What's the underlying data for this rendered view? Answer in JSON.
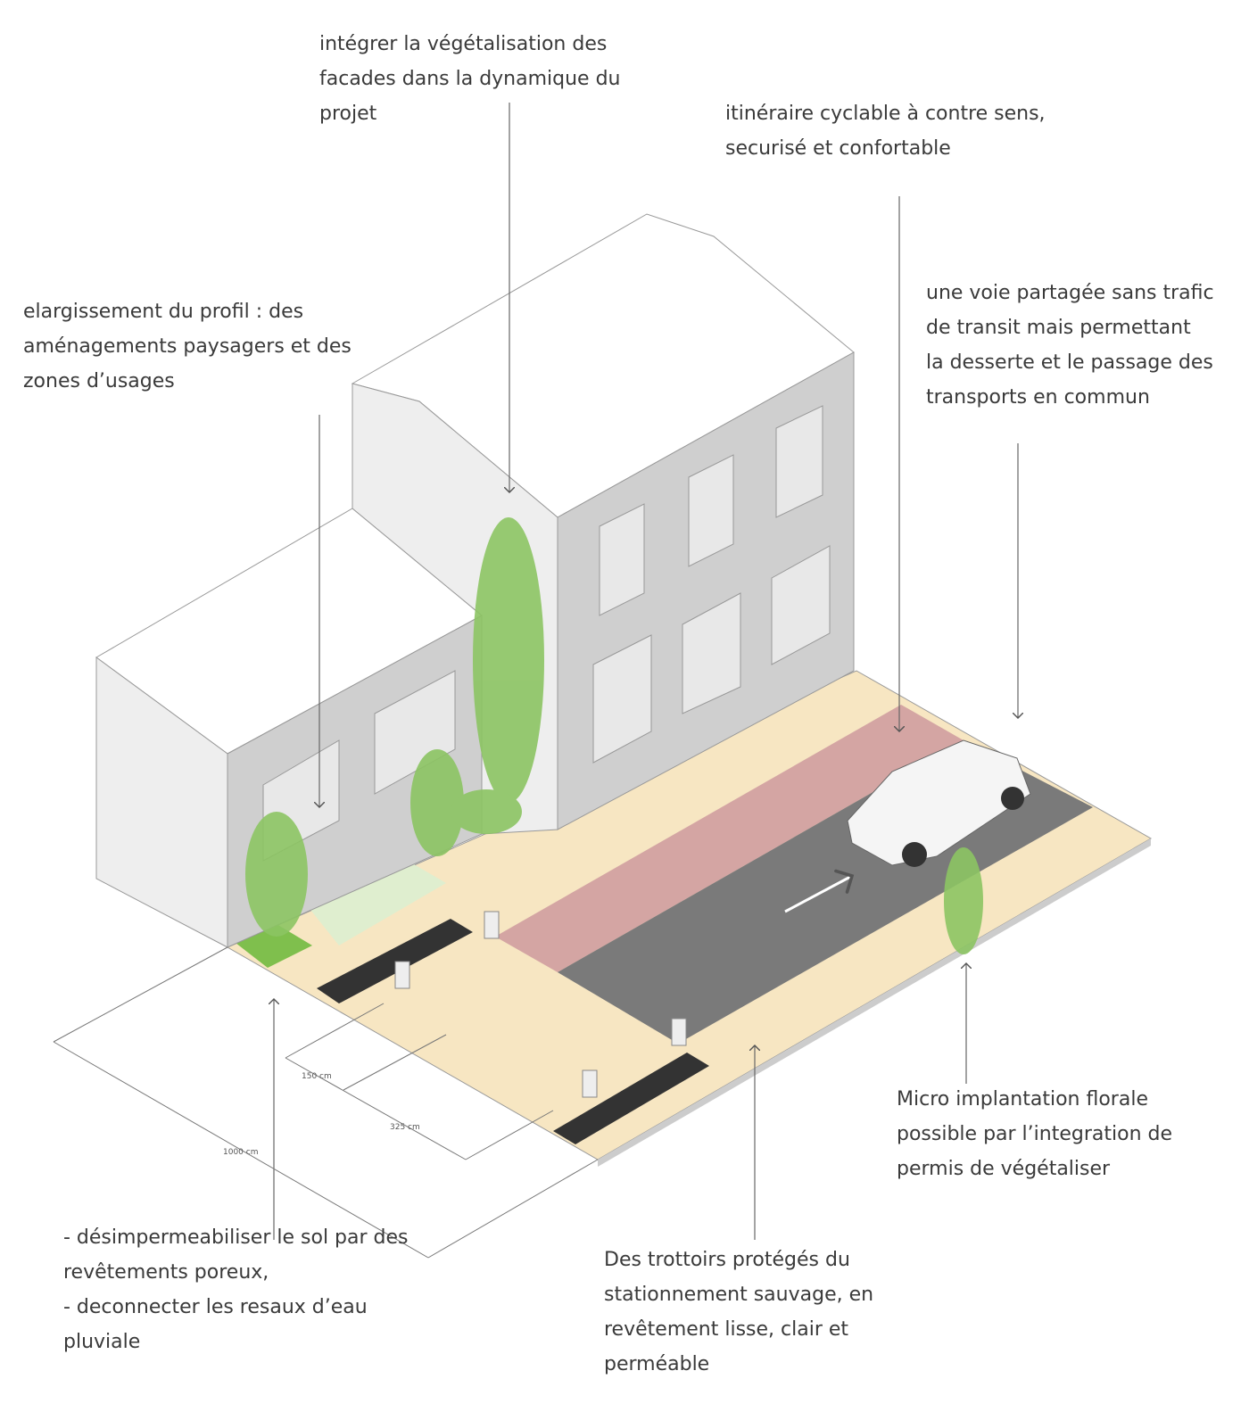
{
  "annotations": {
    "facades": "intégrer la végétalisation des\nfacades dans la dynamique du\nprojet",
    "cyclable": "itinéraire cyclable à contre sens,\nsecurisé et confortable",
    "voie": "une voie partagée sans trafic\nde transit mais permettant\nla desserte et le passage des\ntransports en commun",
    "profil": "elargissement du profil : des\naménagements paysagers et des\nzones d’usages",
    "sol": "- désimpermeabiliser le sol par des\nrevêtements poreux,\n- deconnecter les resaux d’eau\npluviale",
    "trottoirs": "Des trottoirs protégés du\nstationnement sauvage, en\nrevêtement lisse, clair et\nperméable",
    "florale": "Micro implantation florale\npossible par l’integration de\npermis de végétaliser"
  },
  "dimensions": {
    "d150": "150 cm",
    "d325": "325 cm",
    "d1000": "1000 cm"
  },
  "colors": {
    "sidewalk": "#f7e6c2",
    "bike_lane": "#d4a5a3",
    "road": "#7a7a7a",
    "facade": "#cfcfcf",
    "roof": "#ffffff",
    "green": "#7fbf4d"
  }
}
